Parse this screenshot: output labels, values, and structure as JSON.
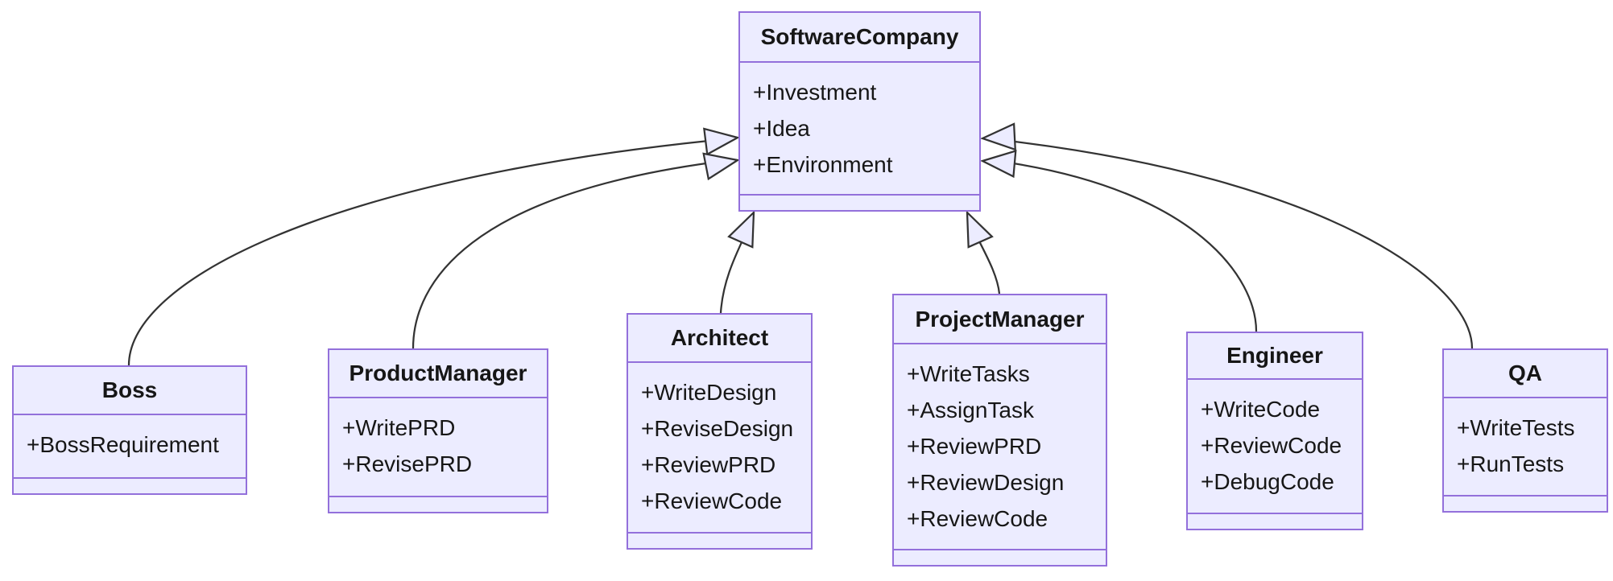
{
  "diagram": {
    "kind": "uml-class-diagram",
    "colors": {
      "node_fill": "#ECECFF",
      "node_border": "#9370DB",
      "edge_stroke": "#333333",
      "text": "#161616",
      "background": "#FFFFFF"
    },
    "classes": [
      {
        "name": "SoftwareCompany",
        "attributes": [
          "+Investment",
          "+Idea",
          "+Environment"
        ],
        "methods": []
      },
      {
        "name": "Boss",
        "attributes": [
          "+BossRequirement"
        ],
        "methods": []
      },
      {
        "name": "ProductManager",
        "attributes": [
          "+WritePRD",
          "+RevisePRD"
        ],
        "methods": []
      },
      {
        "name": "Architect",
        "attributes": [
          "+WriteDesign",
          "+ReviseDesign",
          "+ReviewPRD",
          "+ReviewCode"
        ],
        "methods": []
      },
      {
        "name": "ProjectManager",
        "attributes": [
          "+WriteTasks",
          "+AssignTask",
          "+ReviewPRD",
          "+ReviewDesign",
          "+ReviewCode"
        ],
        "methods": []
      },
      {
        "name": "Engineer",
        "attributes": [
          "+WriteCode",
          "+ReviewCode",
          "+DebugCode"
        ],
        "methods": []
      },
      {
        "name": "QA",
        "attributes": [
          "+WriteTests",
          "+RunTests"
        ],
        "methods": []
      }
    ],
    "relationships": [
      {
        "from": "Boss",
        "to": "SoftwareCompany",
        "type": "inheritance"
      },
      {
        "from": "ProductManager",
        "to": "SoftwareCompany",
        "type": "inheritance"
      },
      {
        "from": "Architect",
        "to": "SoftwareCompany",
        "type": "inheritance"
      },
      {
        "from": "ProjectManager",
        "to": "SoftwareCompany",
        "type": "inheritance"
      },
      {
        "from": "Engineer",
        "to": "SoftwareCompany",
        "type": "inheritance"
      },
      {
        "from": "QA",
        "to": "SoftwareCompany",
        "type": "inheritance"
      }
    ]
  }
}
